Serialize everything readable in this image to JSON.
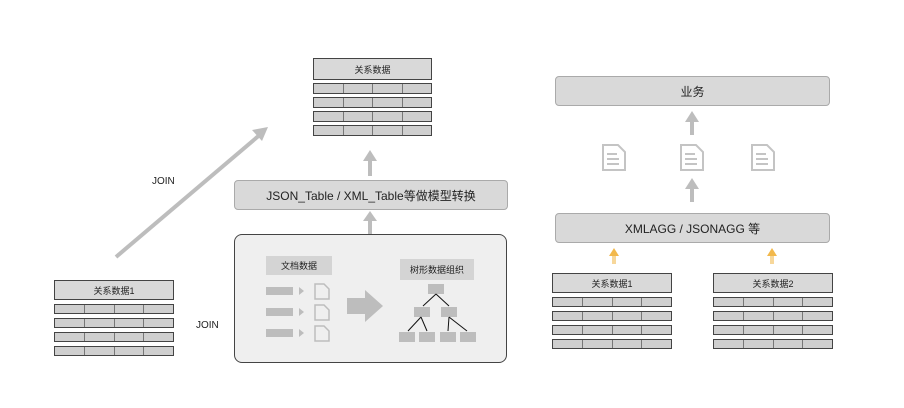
{
  "top_table": {
    "title": "关系数据"
  },
  "left_table": {
    "title": "关系数据1"
  },
  "convert_box": {
    "label": "JSON_Table / XML_Table等做模型转换"
  },
  "join_labels": {
    "upper": "JOIN",
    "lower": "JOIN"
  },
  "panel": {
    "doc_label": "文档数据",
    "tree_label": "树形数据组织"
  },
  "right": {
    "business_label": "业务",
    "agg_label": "XMLAGG / JSONAGG 等",
    "table1_title": "关系数据1",
    "table2_title": "关系数据2"
  },
  "icons": [
    "document-icon",
    "arrow-icon",
    "tree-icon"
  ]
}
